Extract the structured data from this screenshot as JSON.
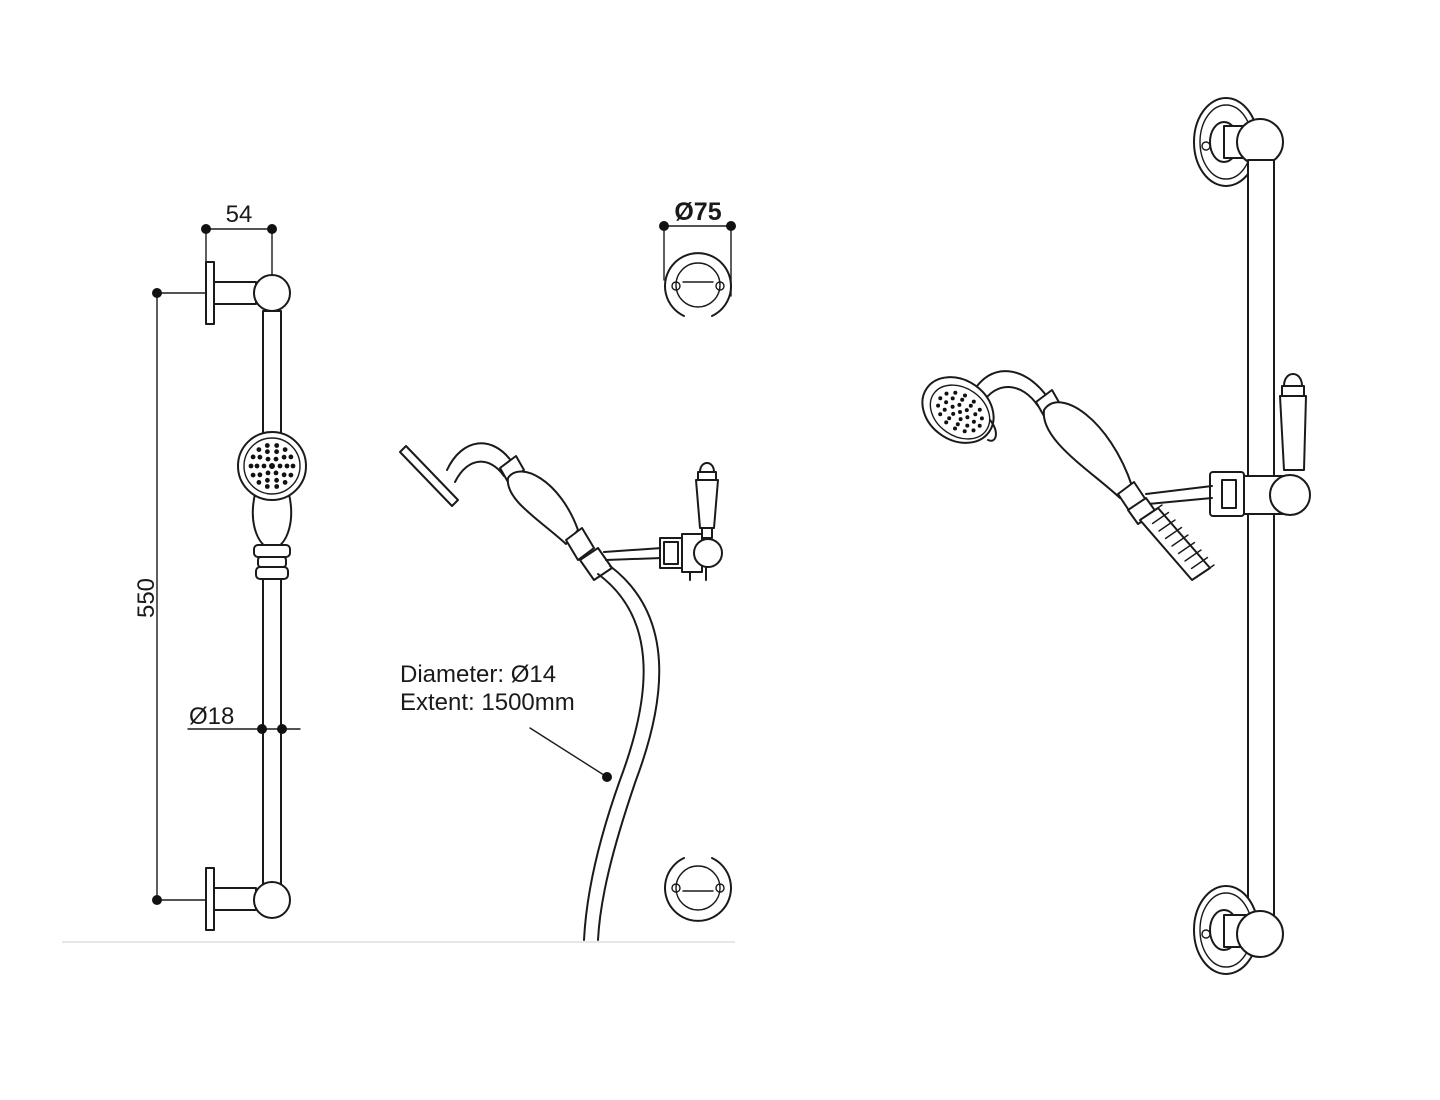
{
  "dimensions": {
    "wall_projection": "54",
    "rail_length": "550",
    "rail_diameter": "Ø18",
    "flange_diameter": "Ø75"
  },
  "hose": {
    "diameter_label": "Diameter: Ø14",
    "extent_label": "Extent: 1500mm"
  },
  "colors": {
    "line": "#1a1a1a",
    "background": "#ffffff"
  }
}
